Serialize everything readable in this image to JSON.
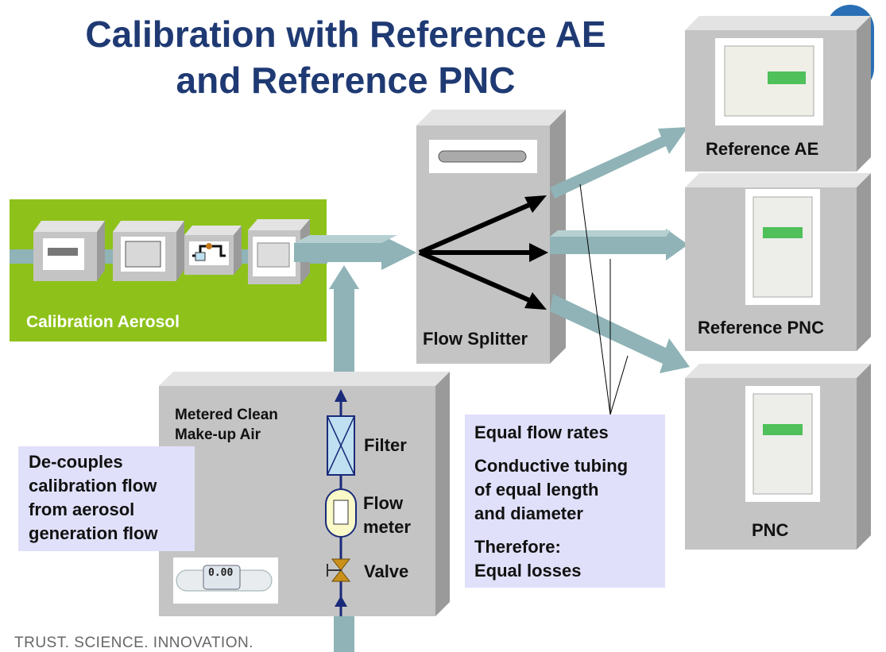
{
  "title": {
    "line1": "Calibration with Reference AE",
    "line2": "and Reference PNC"
  },
  "labels": {
    "calibration_aerosol": "Calibration Aerosol",
    "flow_splitter": "Flow Splitter",
    "reference_ae": "Reference AE",
    "reference_pnc": "Reference PNC",
    "pnc": "PNC",
    "metered_air_line1": "Metered Clean",
    "metered_air_line2": "Make-up Air",
    "filter": "Filter",
    "flow_meter_line1": "Flow",
    "flow_meter_line2": "meter",
    "valve": "Valve"
  },
  "notes": {
    "decouple": [
      "De-couples",
      "calibration flow",
      "from aerosol",
      "generation flow"
    ],
    "equal_flow": "Equal flow rates",
    "tubing": [
      "Conductive tubing",
      "of equal length",
      "and diameter"
    ],
    "therefore": [
      "Therefore:",
      "Equal losses"
    ]
  },
  "flowmeter_display": "0.00",
  "footer": "TRUST. SCIENCE. INNOVATION.",
  "colors": {
    "title": "#1f3a73",
    "green_panel": "#8ec21a",
    "pipe": "#8fb3b6",
    "note_bg": "#e0e0fa",
    "box_face": "#c4c4c4"
  }
}
